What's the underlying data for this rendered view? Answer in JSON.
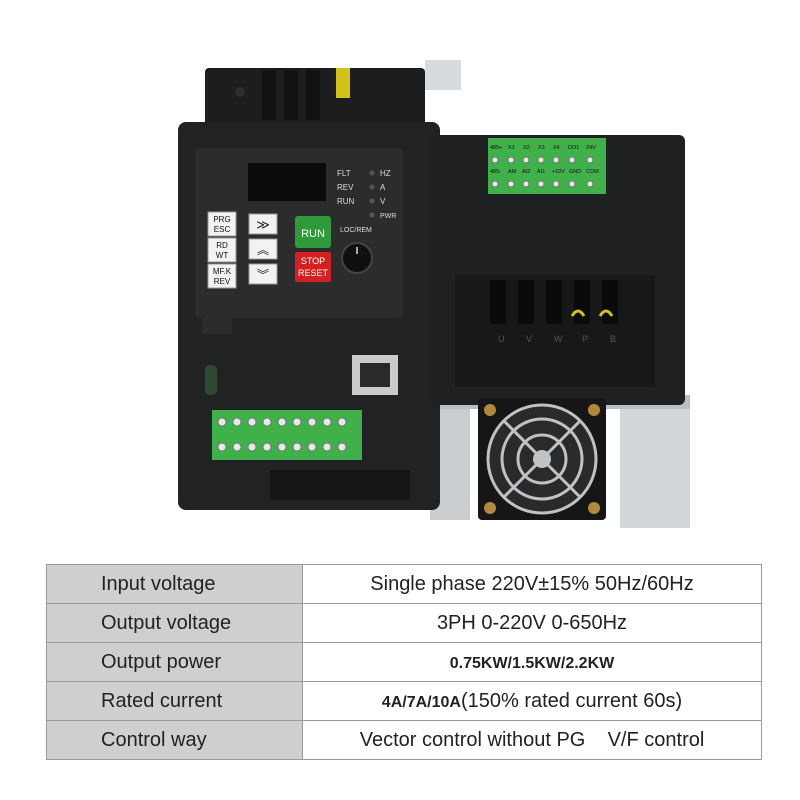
{
  "panel": {
    "led_labels_left": [
      "FLT",
      "REV",
      "RUN"
    ],
    "led_labels_right": [
      "HZ",
      "A",
      "V",
      "PWR"
    ],
    "btn_prg": "PRG",
    "btn_esc": "ESC",
    "btn_rd": "RD",
    "btn_wt": "WT",
    "btn_mf": "MF.K",
    "btn_rev": "REV",
    "btn_run": "RUN",
    "btn_stop": "STOP",
    "btn_reset": "RESET",
    "knob_label": "LOC/REM",
    "shift_glyph": "≫",
    "up_glyph": "︽",
    "down_glyph": "︾"
  },
  "terminals": {
    "top_row": [
      "485+",
      "X1",
      "X2",
      "X3",
      "X4",
      "DO1",
      "24V"
    ],
    "bottom_row": [
      "485-",
      "AM",
      "AI2",
      "AI1",
      "+10V",
      "GND",
      "COM"
    ],
    "power_labels": [
      "U",
      "V",
      "W",
      "P",
      "B"
    ]
  },
  "colors": {
    "body": "#202224",
    "panel": "#2a2c2e",
    "terminal_green": "#3fb04a",
    "run_green": "#2f9a3a",
    "stop_red": "#d42020",
    "heatsink": "#cfd3d6"
  },
  "specs": [
    {
      "label": "Input voltage",
      "value": "Single phase 220V±15% 50Hz/60Hz"
    },
    {
      "label": "Output voltage",
      "value": "3PH 0-220V 0-650Hz"
    },
    {
      "label": "Output power",
      "value_bold": "0.75KW/1.5KW/2.2KW"
    },
    {
      "label": "Rated current",
      "value_bold": "4A/7A/10A",
      "value": "(150% rated current 60s)"
    },
    {
      "label": "Control way",
      "value": "Vector control without PG    V/F control"
    }
  ]
}
